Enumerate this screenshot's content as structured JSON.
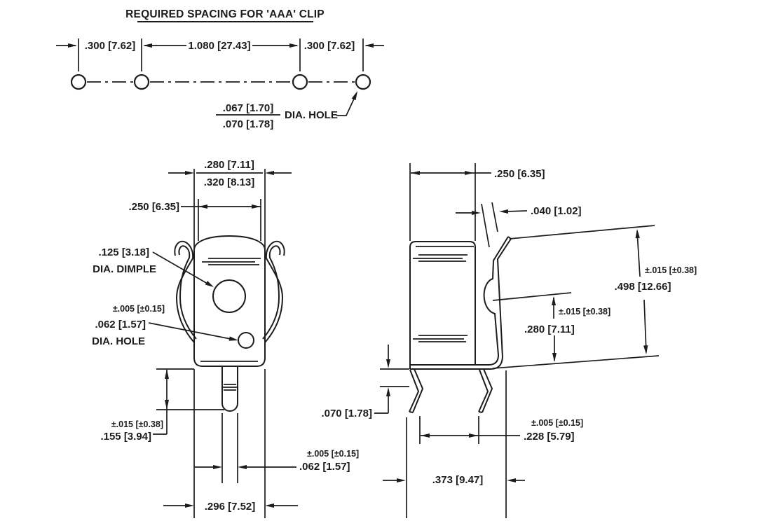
{
  "title": "REQUIRED SPACING FOR 'AAA' CLIP",
  "colors": {
    "line": "#1c1c1c",
    "background": "#ffffff"
  },
  "spacing": {
    "left": ".300 [7.62]",
    "span": "1.080 [27.43]",
    "right": ".300 [7.62]",
    "hole_min": ".067 [1.70]",
    "hole_max": ".070 [1.78]",
    "hole_label": "DIA. HOLE"
  },
  "front": {
    "width_min": ".280 [7.11]",
    "width_max": ".320 [8.13]",
    "inner_width": ".250 [6.35]",
    "dimple_dia": ".125 [3.18]",
    "dimple_label": "DIA. DIMPLE",
    "hole_tol": "±.005 [±0.15]",
    "hole_dia": ".062 [1.57]",
    "hole_label": "DIA. HOLE",
    "tab_len_tol": "±.015 [±0.38]",
    "tab_len": ".155 [3.94]",
    "tab_w_tol": "±.005 [±0.15]",
    "tab_w": ".062 [1.57]",
    "base_w": ".296 [7.52]"
  },
  "side": {
    "depth": ".250 [6.35]",
    "thickness": ".040 [1.02]",
    "height_tol": "±.015 [±0.38]",
    "height": ".498 [12.66]",
    "dimple_h_tol": "±.015 [±0.38]",
    "dimple_h": ".280 [7.11]",
    "foot_gap": ".070 [1.78]",
    "feet_tol": "±.005 [±0.15]",
    "feet_span": ".228 [5.79]",
    "base_d": ".373 [9.47]"
  }
}
